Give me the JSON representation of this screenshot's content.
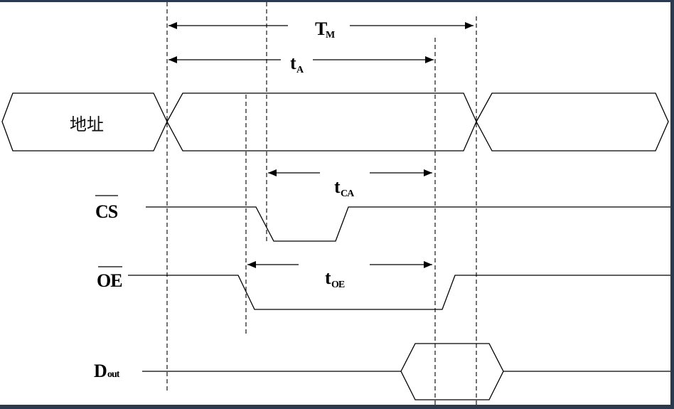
{
  "diagram": {
    "address_label": "地址",
    "signals": {
      "cs": "CS",
      "oe": "OE",
      "dout_main": "D",
      "dout_sub": "out"
    },
    "timings": {
      "tm_main": "T",
      "tm_sub": "M",
      "ta_main": "t",
      "ta_sub": "A",
      "tca_main": "t",
      "tca_sub": "CA",
      "toe_main": "t",
      "toe_sub": "OE"
    }
  }
}
